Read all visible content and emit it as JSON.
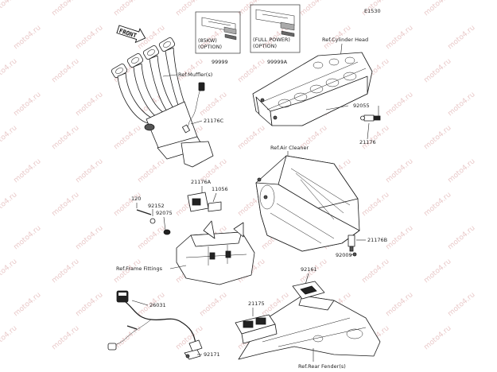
{
  "diagram_id": "E1530",
  "front_label": "FRONT",
  "watermark": "moto4.ru",
  "labels": {
    "p99999": "99999",
    "p99999a": "99999A",
    "opt1_line1": "(85KW)",
    "opt1_line2": "(OPTION)",
    "opt2_line1": "(FULL POWER)",
    "opt2_line2": "(OPTION)",
    "ref_cyl_head": "Ref.Cylinder Head",
    "ref_muffler": "Ref.Muffler(s)",
    "ref_air": "Ref.Air Cleaner",
    "ref_frame": "Ref.Frame Fittings",
    "ref_rear": "Ref.Rear Fender(s)",
    "p21176c": "21176C",
    "p92055": "92055",
    "p21176": "21176",
    "p21176a": "21176A",
    "p11056": "11056",
    "p120": "120",
    "p92152": "92152",
    "p92075": "92075",
    "p21176b": "21176B",
    "p92009": "92009",
    "p92161": "92161",
    "p26031": "26031",
    "p21175": "21175",
    "p92171": "92171"
  }
}
